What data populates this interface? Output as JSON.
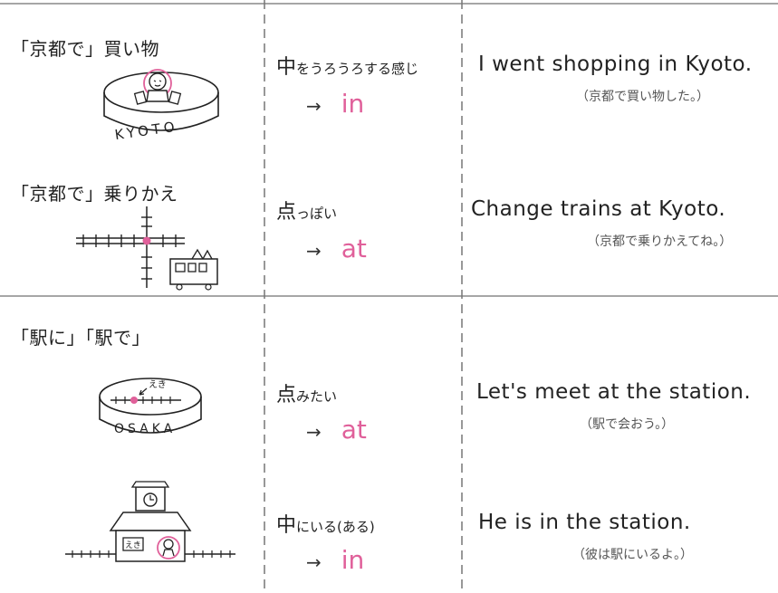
{
  "colors": {
    "ink": "#222222",
    "accent": "#e0609a",
    "line": "#777777"
  },
  "rows": [
    {
      "label": "「京都で」買い物",
      "sign": "KYOTO",
      "feel_main": "中",
      "feel_rest": "をうろうろする感じ",
      "arrow": "→",
      "prep": "in",
      "en": "I went shopping in Kyoto.",
      "jp": "（京都で買い物した。）"
    },
    {
      "label": "「京都で」乗りかえ",
      "feel_main": "点",
      "feel_rest": "っぽい",
      "arrow": "→",
      "prep": "at",
      "en": "Change trains at Kyoto.",
      "jp": "（京都で乗りかえてね。）"
    },
    {
      "label": "「駅に」「駅で」",
      "sign": "OSAKA",
      "sign_small": "えき",
      "feel_main": "点",
      "feel_rest": "みたい",
      "arrow": "→",
      "prep": "at",
      "en": "Let's meet at the station.",
      "jp": "（駅で会おう。）"
    },
    {
      "building_sign": "えき",
      "feel_main": "中",
      "feel_rest": "にいる(ある)",
      "arrow": "→",
      "prep": "in",
      "en": "He is in the station.",
      "jp": "（彼は駅にいるよ。）"
    }
  ]
}
